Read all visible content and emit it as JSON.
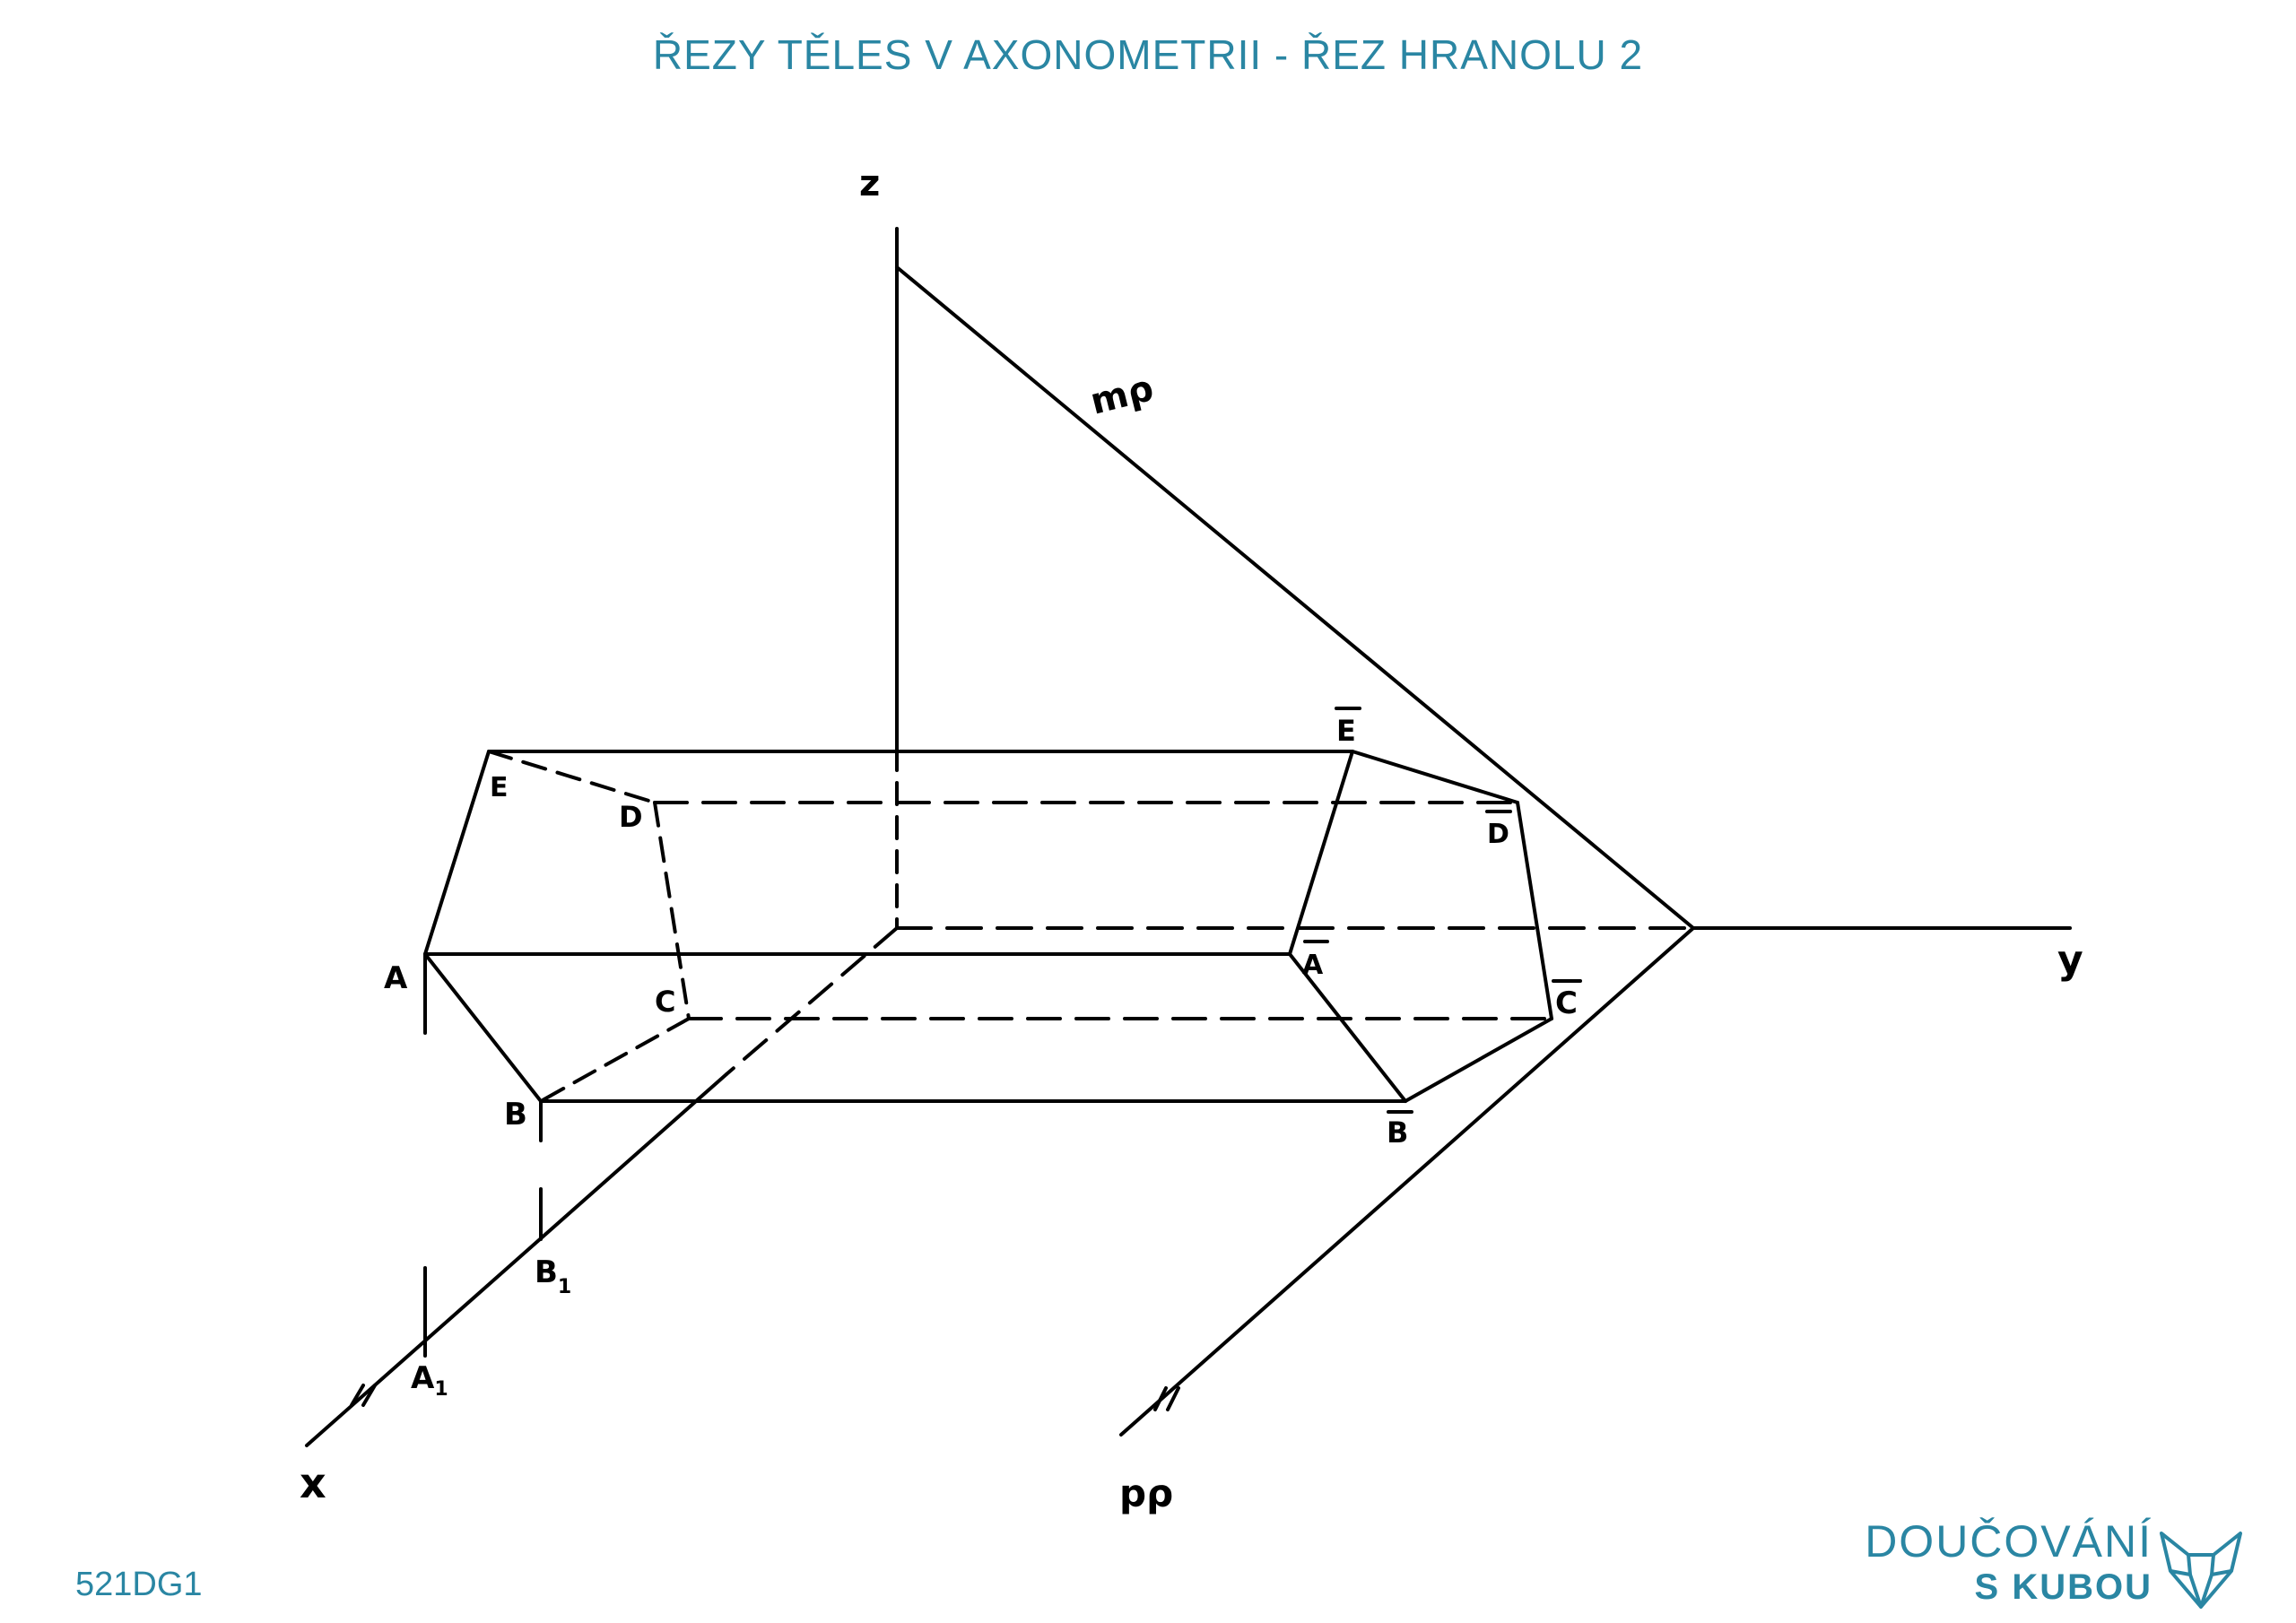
{
  "title": "ŘEZY TĚLES V AXONOMETRII - ŘEZ HRANOLU 2",
  "code": "521DG1",
  "brand": {
    "line1": "DOUČOVÁNÍ",
    "line2": "S KUBOU",
    "logo_icon": "fox-head-icon",
    "color": "#2a86a3"
  },
  "axes": {
    "x": "x",
    "y": "y",
    "z": "z"
  },
  "traces": {
    "m": "mρ",
    "p": "pρ"
  },
  "points": {
    "A": "A",
    "B": "B",
    "C": "C",
    "D": "D",
    "E": "E",
    "A1": "A",
    "B1": "B",
    "A1_sub": "1",
    "B1_sub": "1",
    "Abar": "A",
    "Bbar": "B",
    "Cbar": "C",
    "Dbar": "D",
    "Ebar": "E"
  }
}
